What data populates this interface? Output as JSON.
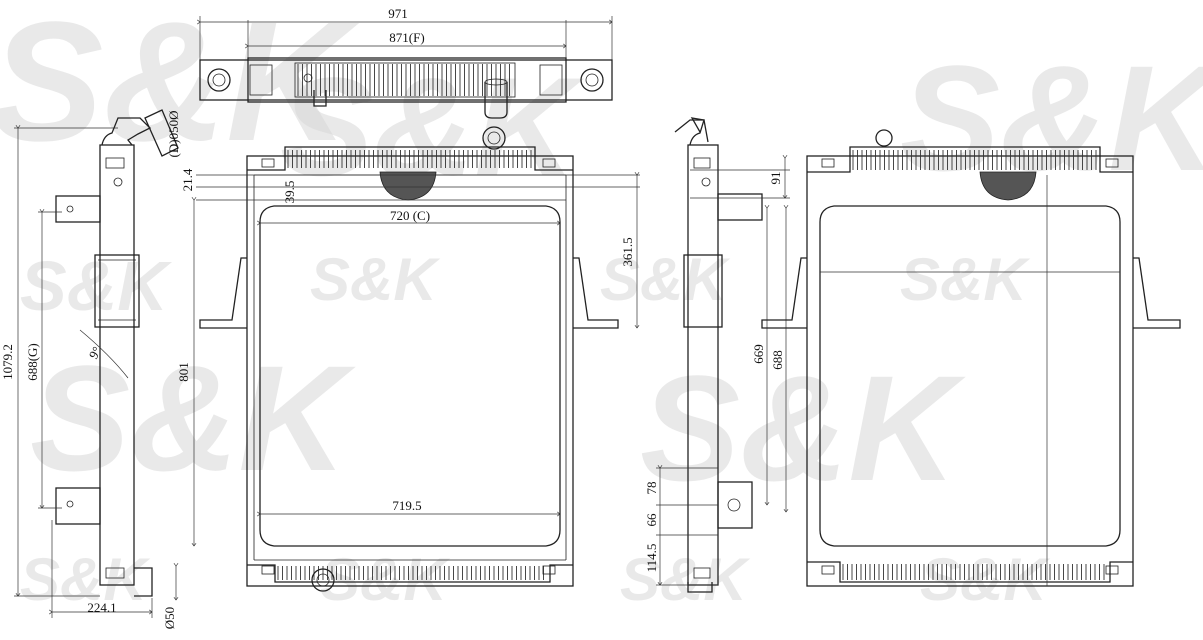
{
  "watermark": {
    "brand": "S&K",
    "color": "#d0d0d0"
  },
  "top_view": {
    "dims": {
      "overall_width": "971",
      "core_width_f": "871(F)"
    }
  },
  "front_view": {
    "dims": {
      "top_offset": "21.4",
      "header_depth": "39.5",
      "core_width_c": "720 (C)",
      "bracket_height": "361.5",
      "core_height": "801",
      "bottom_width": "719.5"
    }
  },
  "left_side_view": {
    "dims": {
      "total_height": "1079.2",
      "mount_height_g": "688(G)",
      "inlet_diameter_d": "(D)050Ø",
      "angle": "9°",
      "offset": "224.1",
      "outlet_diameter": "Ø50"
    }
  },
  "right_side_view": {
    "dims": {
      "top_offset": "91",
      "height_669": "669",
      "height_688": "688",
      "spacing_78": "78",
      "spacing_66": "66",
      "bottom_114_5": "114.5"
    }
  }
}
